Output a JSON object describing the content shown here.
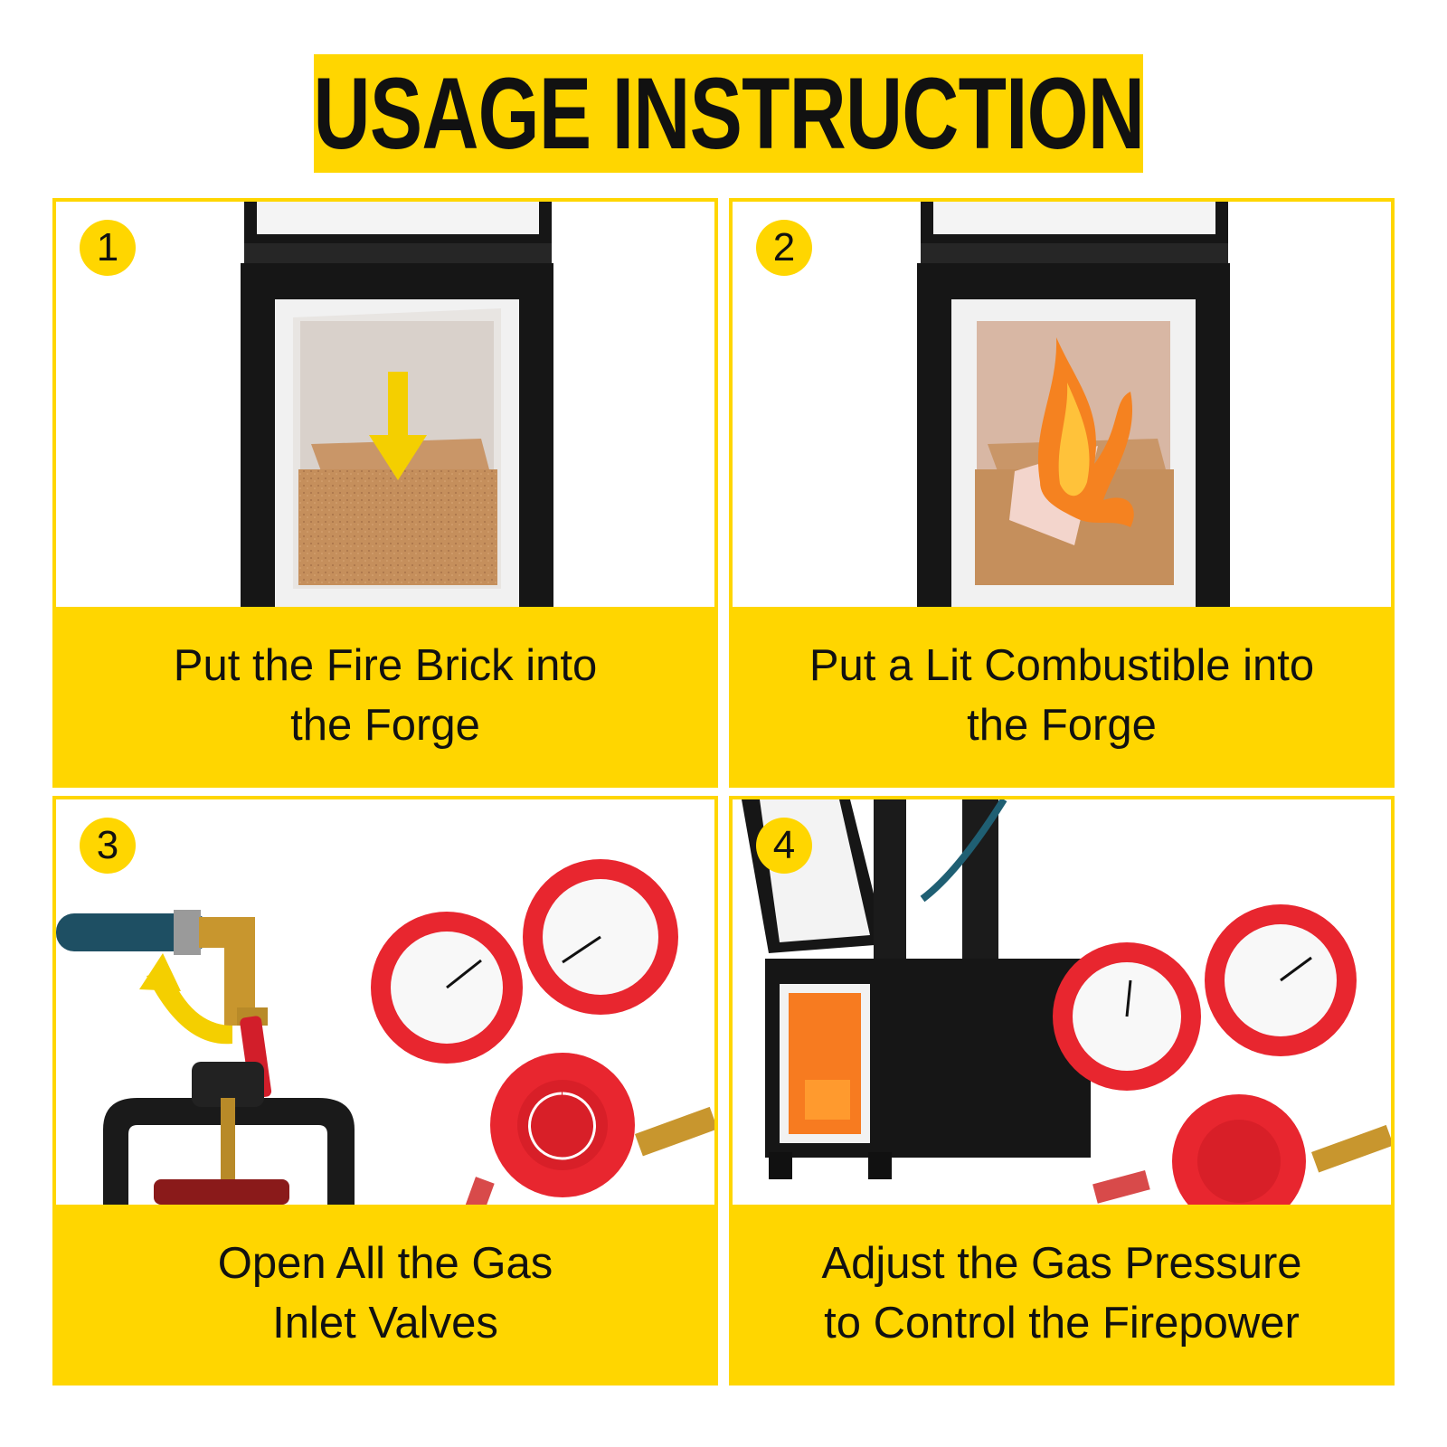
{
  "banner": {
    "title": "USAGE INSTRUCTION"
  },
  "colors": {
    "accent_yellow": "#FFD600",
    "text": "#111111",
    "forge_black": "#161616",
    "gauge_red": "#E8262F",
    "brass": "#C8962E"
  },
  "steps": [
    {
      "number": "1",
      "caption_line1": "Put the Fire Brick into",
      "caption_line2": "the Forge",
      "icon": "fire-brick-down-arrow"
    },
    {
      "number": "2",
      "caption_line1": "Put a Lit Combustible into",
      "caption_line2": "the Forge",
      "icon": "flame"
    },
    {
      "number": "3",
      "caption_line1": "Open All the Gas",
      "caption_line2": "Inlet Valves",
      "icon": "valve-open-arrow"
    },
    {
      "number": "4",
      "caption_line1": "Adjust the Gas Pressure",
      "caption_line2": "to Control the Firepower",
      "icon": "pressure-regulator"
    }
  ]
}
